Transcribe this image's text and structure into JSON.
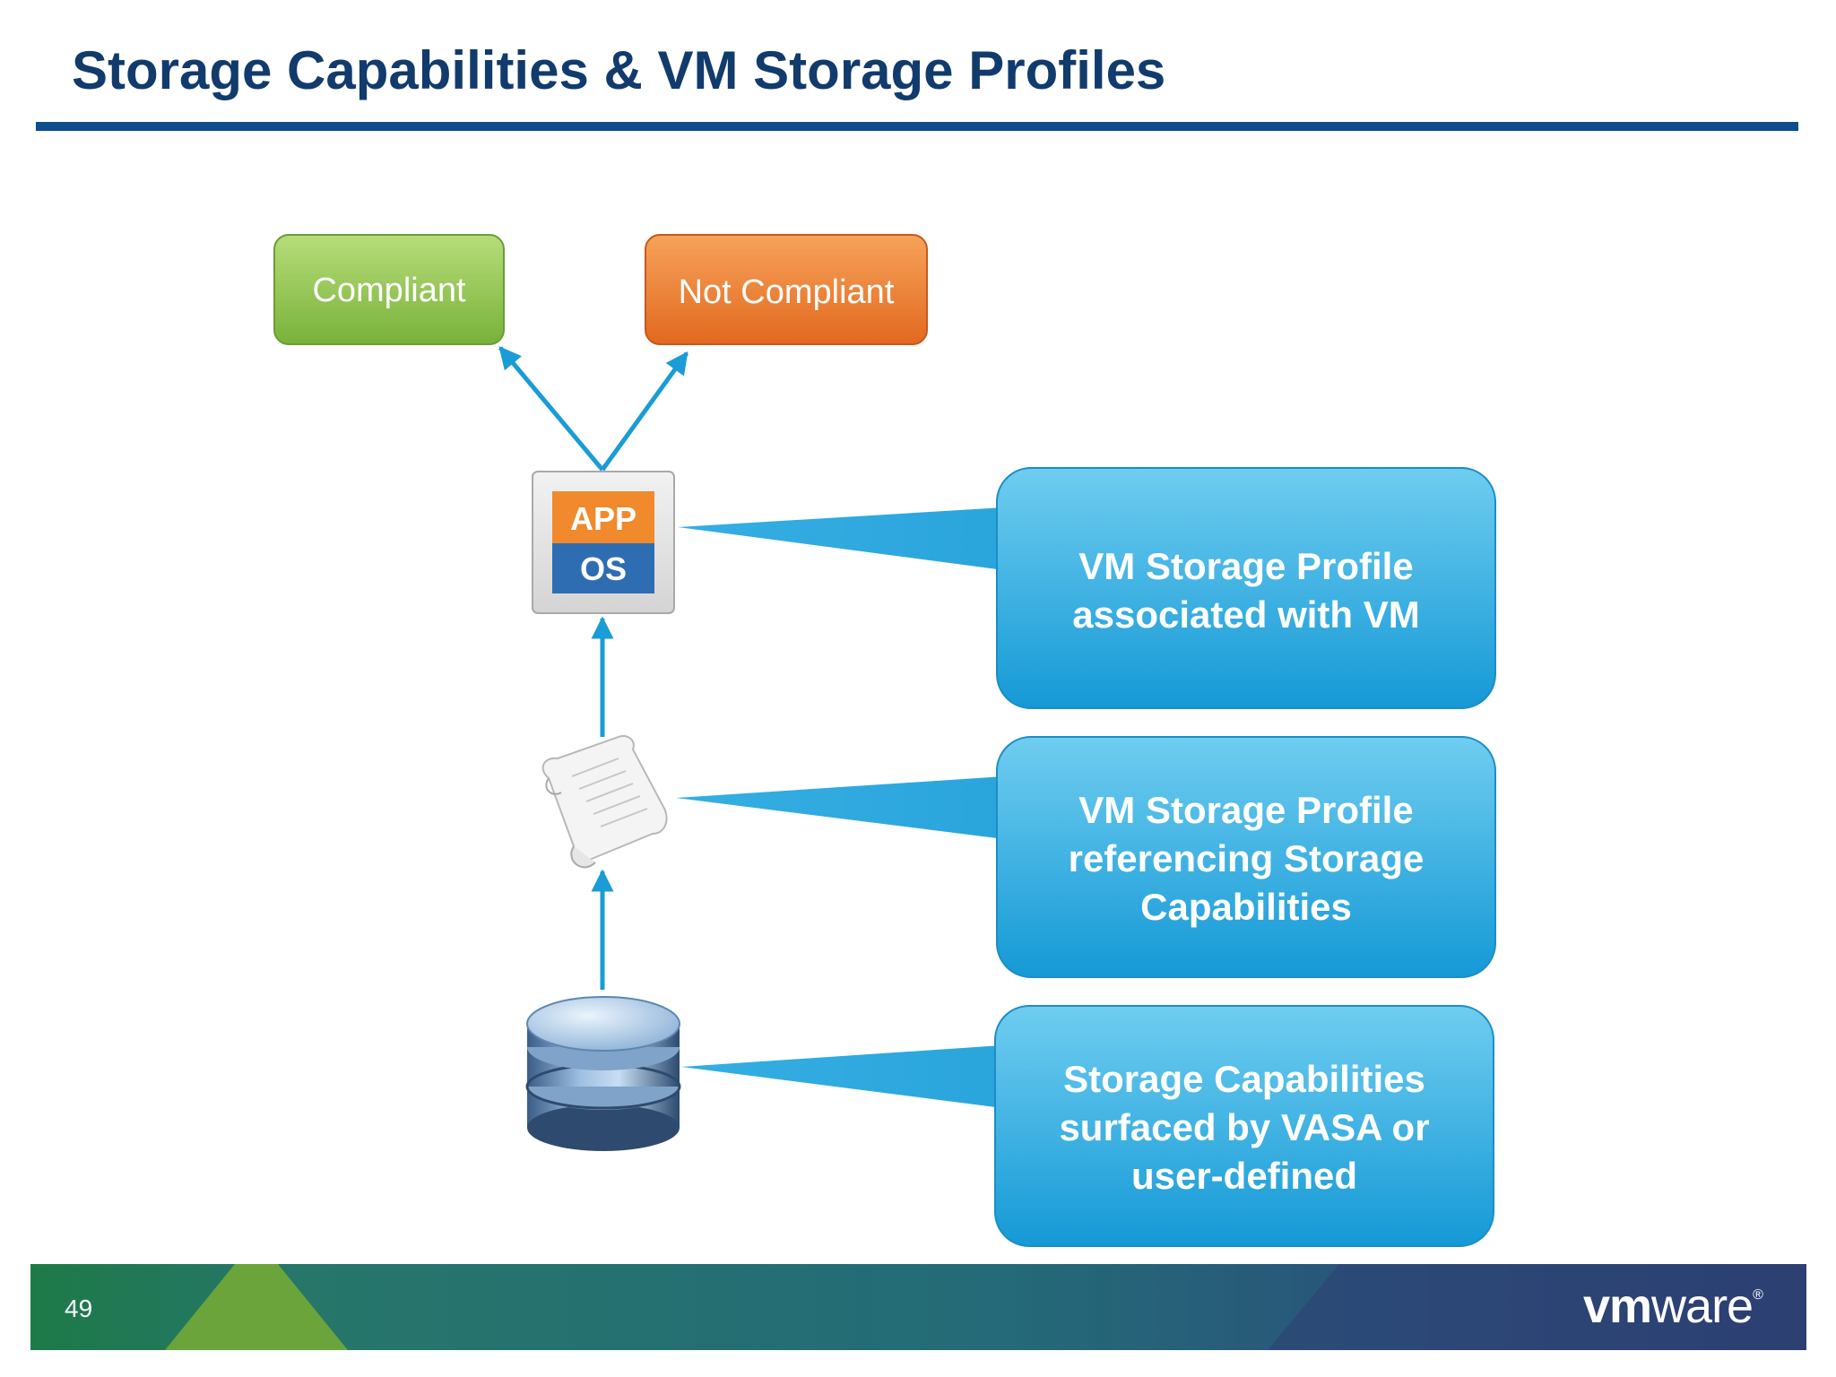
{
  "slide": {
    "title": "Storage Capabilities & VM Storage Profiles",
    "page_number": "49"
  },
  "states": {
    "compliant": "Compliant",
    "not_compliant": "Not Compliant"
  },
  "vm_icon": {
    "app": "APP",
    "os": "OS"
  },
  "callouts": {
    "vm_profile": [
      "VM Storage Profile",
      "associated with VM"
    ],
    "profile_reference": [
      "VM Storage Profile",
      "referencing Storage",
      "Capabilities"
    ],
    "storage_capabilities": [
      "Storage Capabilities",
      "surfaced by VASA or",
      "user-defined"
    ]
  },
  "brand": {
    "logo_vm": "vm",
    "logo_ware": "ware",
    "logo_mark": "®"
  },
  "colors": {
    "title": "#123b6d",
    "rule": "#0d4e8e",
    "compliant_green": "#86bd45",
    "not_compliant_orange": "#ea7a2c",
    "callout_blue": "#29a7dd",
    "arrow_blue": "#1a9cd6",
    "app_orange": "#f08a2c",
    "os_blue": "#2f6db2"
  },
  "icons": [
    "vm-app-os-icon",
    "policy-scroll-icon",
    "datastore-icon"
  ]
}
